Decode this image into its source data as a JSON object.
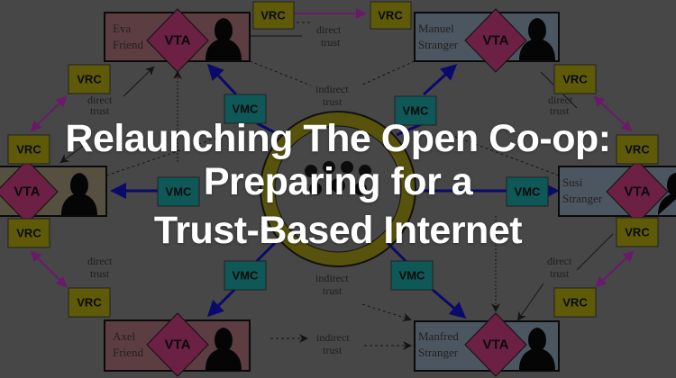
{
  "title": {
    "lines": [
      "Relaunching The Open Co-op:",
      "Preparing for a",
      "Trust-Based Internet"
    ]
  },
  "diagram": {
    "people": [
      {
        "first": "Eva",
        "last": "Friend"
      },
      {
        "first": "Manuel",
        "last": "Stranger"
      },
      {
        "first": "",
        "last": ""
      },
      {
        "first": "Susi",
        "last": "Stranger"
      },
      {
        "first": "Axel",
        "last": "Friend"
      },
      {
        "first": "Manfred",
        "last": "Stranger"
      }
    ],
    "vta": "VTA",
    "vrc": "VRC",
    "vmc": "VMC",
    "direct": "direct",
    "indirect": "indirect",
    "trust": "trust"
  },
  "colors": {
    "overlay_background": "#474747",
    "friend_box": "#5b3d42",
    "stranger_box": "#4b5661",
    "vta": "#6b2044",
    "vrc": "#5e5a08",
    "vmc": "#0f5858",
    "arrow_blue": "#0a0a6a",
    "arrow_purple": "#6a1a6a",
    "title_text": "#ffffff"
  }
}
